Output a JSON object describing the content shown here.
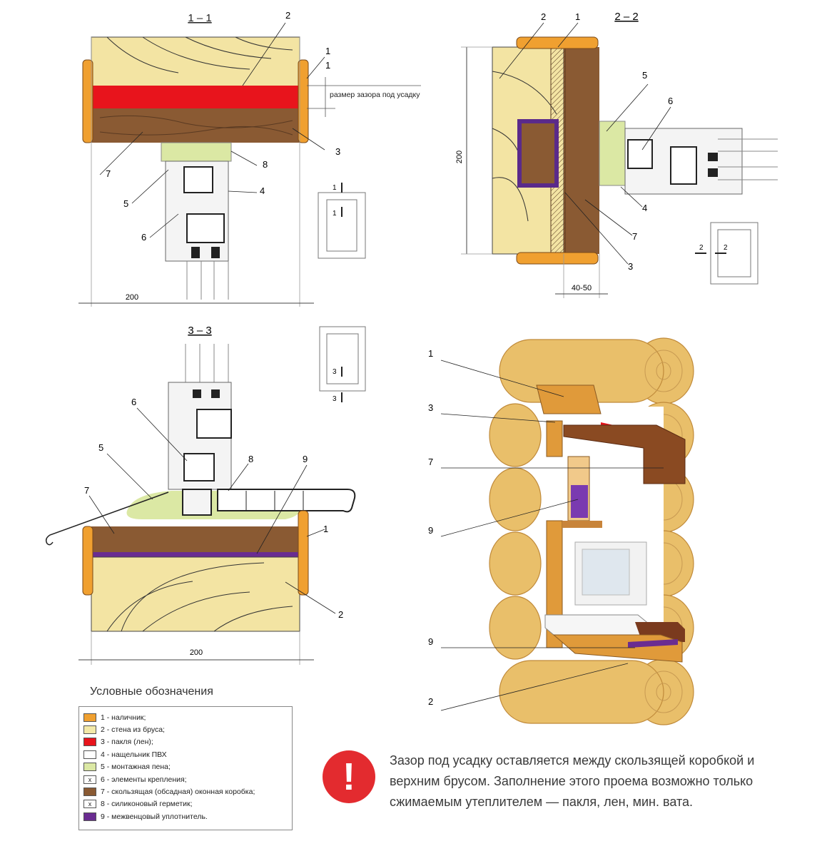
{
  "sections": {
    "s1": "1 – 1",
    "s2": "2 – 2",
    "s3": "3 – 3"
  },
  "gap_label": "размер зазора под усадку",
  "dims": {
    "d200_a": "200",
    "d200_b": "200",
    "d200_c": "200",
    "d4050": "40-50"
  },
  "key_marks": {
    "k1_top": "1",
    "k1_bottom": "1",
    "k2_left": "2",
    "k2_right": "2",
    "k3_top": "3",
    "k3_bottom": "3"
  },
  "callouts": {
    "a": [
      "2",
      "1",
      "1",
      "3",
      "7",
      "8",
      "5",
      "4",
      "6"
    ],
    "b": [
      "2",
      "1",
      "5",
      "6",
      "4",
      "7",
      "3"
    ],
    "c": [
      "6",
      "5",
      "8",
      "9",
      "7",
      "1",
      "2"
    ],
    "d": [
      "1",
      "3",
      "7",
      "9",
      "9",
      "2"
    ]
  },
  "legend": {
    "title": "Условные обозначения",
    "items": [
      {
        "mark": "",
        "color": "#f0a030",
        "text": "1 - наличник;"
      },
      {
        "mark": "",
        "color": "#f3e9a8",
        "text": "2 - стена из бруса;"
      },
      {
        "mark": "",
        "color": "#e8141c",
        "text": "3 - пакля (лен);"
      },
      {
        "mark": "",
        "color": "#ffffff",
        "text": "4 - нащельник ПВХ"
      },
      {
        "mark": "",
        "color": "#dbe8a4",
        "text": "5 - монтажная пена;"
      },
      {
        "mark": "x",
        "color": "#ffffff",
        "text": "6 - элементы крепления;"
      },
      {
        "mark": "",
        "color": "#8a5a33",
        "text": "7 - скользящая (обсадная) оконная коробка;"
      },
      {
        "mark": "x",
        "color": "#ffffff",
        "text": "8 - силиконовый герметик;"
      },
      {
        "mark": "",
        "color": "#6a2c91",
        "text": "9 - межвенцовый уплотнитель."
      }
    ]
  },
  "note": {
    "icon": "exclamation-icon",
    "text": "Зазор под усадку оставляется между скользящей коробкой и верхним брусом. Заполнение этого проема возможно только сжимаемым утеплителем — пакля, лен, мин. вата."
  }
}
